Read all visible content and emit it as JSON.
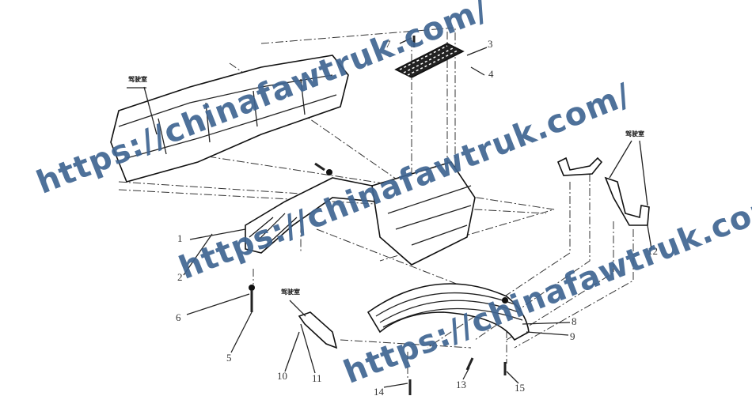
{
  "diagram": {
    "callouts": [
      "1",
      "2",
      "3",
      "4",
      "5",
      "6",
      "7",
      "8",
      "9",
      "10",
      "11",
      "12",
      "13",
      "14",
      "15"
    ],
    "cab_label": "驾驶室",
    "watermark": "https://chinafawtruk.com/",
    "watermark_color": "#3f6592"
  }
}
